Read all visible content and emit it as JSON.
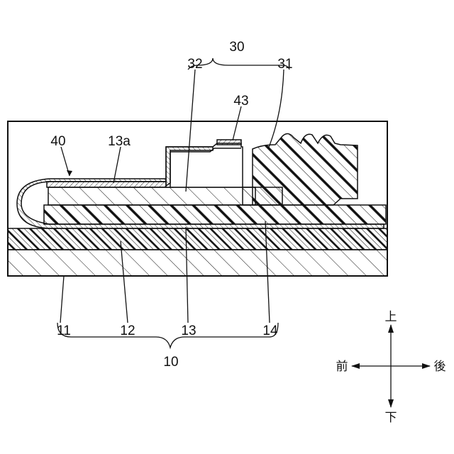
{
  "diagram": {
    "labels": {
      "group_top": "30",
      "part_32": "32",
      "part_31": "31",
      "part_43": "43",
      "part_40": "40",
      "part_13a": "13a",
      "part_11": "11",
      "part_12": "12",
      "part_13": "13",
      "part_14": "14",
      "group_bottom": "10"
    },
    "directions": {
      "up": "上",
      "down": "下",
      "front": "前",
      "back": "後"
    }
  }
}
